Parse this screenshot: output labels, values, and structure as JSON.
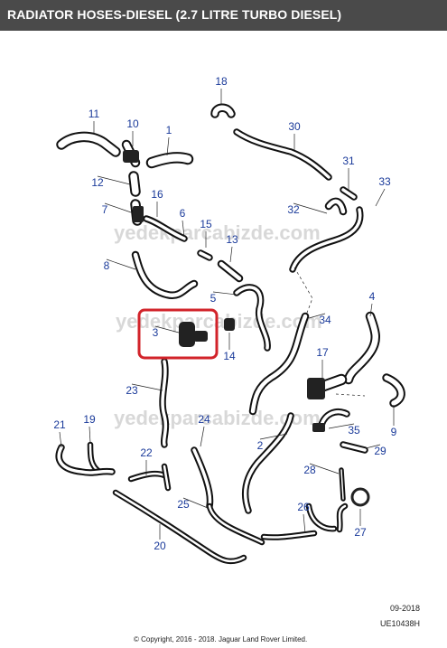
{
  "title": "RADIATOR HOSES-DIESEL (2.7 LITRE TURBO DIESEL)",
  "watermark": "yedekparcabizde.com",
  "highlight_color": "#d2232a",
  "callout_color": "#1a3a9a",
  "callouts": [
    "1",
    "2",
    "3",
    "4",
    "5",
    "6",
    "7",
    "8",
    "9",
    "10",
    "11",
    "12",
    "13",
    "14",
    "15",
    "16",
    "17",
    "18",
    "19",
    "20",
    "21",
    "22",
    "23",
    "24",
    "25",
    "26",
    "27",
    "28",
    "29",
    "30",
    "31",
    "32",
    "33",
    "34",
    "35"
  ],
  "highlighted_part": "3",
  "footer": {
    "date": "09-2018",
    "ref": "UE10438H",
    "copyright": "© Copyright, 2016 - 2018. Jaguar Land Rover Limited."
  }
}
